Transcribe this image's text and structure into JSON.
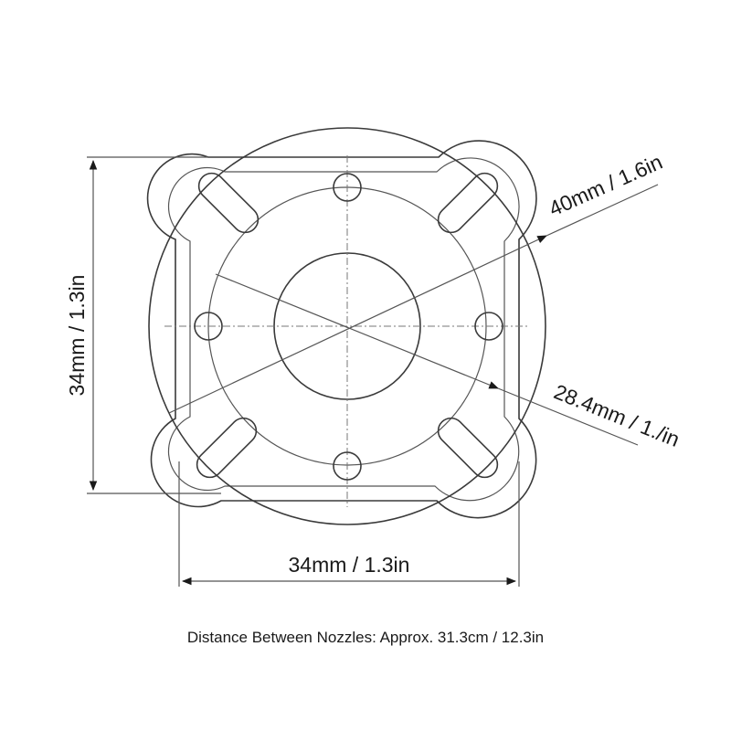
{
  "dimensions": {
    "height_label": "34mm / 1.3in",
    "width_label": "34mm / 1.3in",
    "outer_diameter_label": "40mm / 1.6in",
    "inner_diameter_label": "28.4mm / 1./in"
  },
  "caption": "Distance Between Nozzles: Approx. 31.3cm / 12.3in"
}
